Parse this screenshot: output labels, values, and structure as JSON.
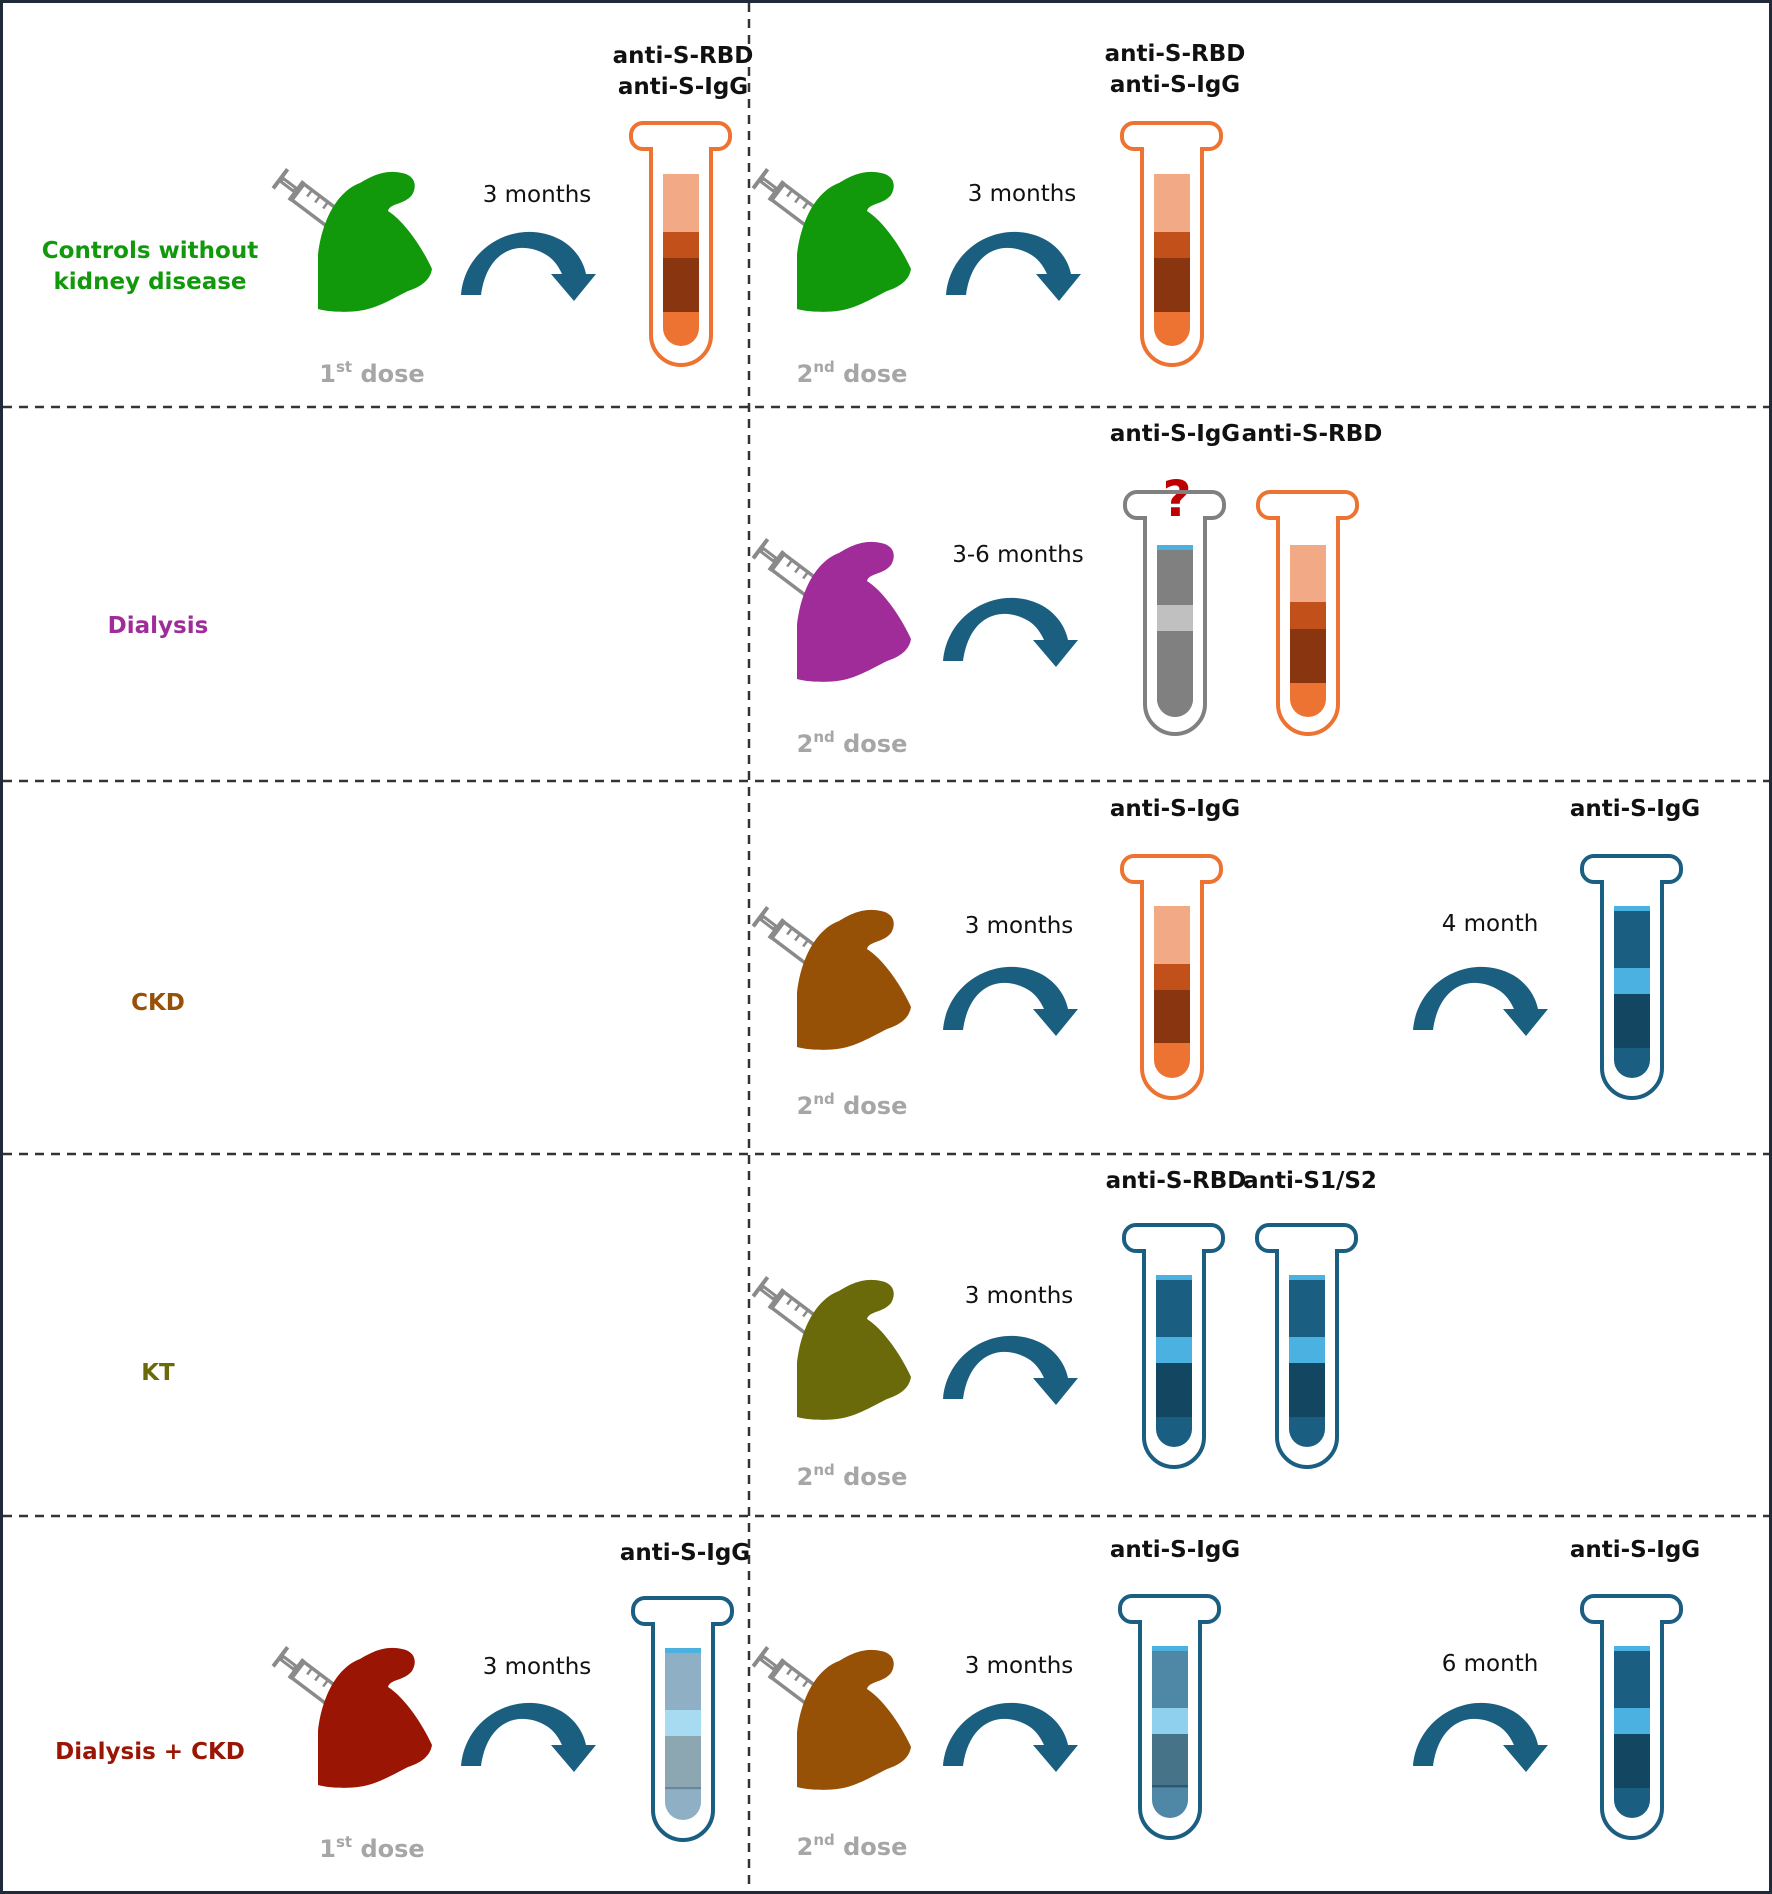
{
  "groups": [
    {
      "label_line1": "Controls without",
      "label_line2": "kidney disease",
      "color": "#12990b",
      "dose1": {
        "dose_label": "1st dose",
        "interval": "3 months",
        "antibodies": [
          "anti-S-RBD",
          "anti-S-IgG"
        ],
        "tube": "orange-positive"
      },
      "dose2": {
        "dose_label": "2nd dose",
        "interval": "3 months",
        "antibodies": [
          "anti-S-RBD",
          "anti-S-IgG"
        ],
        "tube": "orange-positive"
      }
    },
    {
      "label": "Dialysis",
      "color": "#a02c9a",
      "dose2": {
        "dose_label": "2nd dose",
        "interval": "3-6 months",
        "antibodies": [
          "anti-S-IgG",
          "anti-S-RBD"
        ],
        "tubes": [
          "grey-uncertain",
          "orange-positive"
        ],
        "uncertain_mark": "?"
      }
    },
    {
      "label": "CKD",
      "color": "#975106",
      "dose2": {
        "dose_label": "2nd dose",
        "interval": "3 months",
        "antibodies": [
          "anti-S-IgG"
        ],
        "tube": "orange-positive"
      },
      "followup": {
        "interval": "4 month",
        "antibodies": [
          "anti-S-IgG"
        ],
        "tube": "blue"
      }
    },
    {
      "label": "KT",
      "color": "#6a6a0a",
      "dose2": {
        "dose_label": "2nd dose",
        "interval": "3 months",
        "antibodies": [
          "anti-S-RBD",
          "anti-S1/S2"
        ],
        "tubes": [
          "blue",
          "blue"
        ]
      }
    },
    {
      "label": "Dialysis + CKD",
      "color": "#9a1503",
      "dose1": {
        "dose_label": "1st dose",
        "interval": "3 months",
        "antibodies": [
          "anti-S-IgG"
        ],
        "tube": "light-blue",
        "muscle_color": "#9a1503"
      },
      "dose2": {
        "dose_label": "2nd dose",
        "interval": "3 months",
        "antibodies": [
          "anti-S-IgG"
        ],
        "tube": "mid-blue",
        "muscle_color": "#975106"
      },
      "followup": {
        "interval": "6 month",
        "antibodies": [
          "anti-S-IgG"
        ],
        "tube": "blue"
      }
    }
  ],
  "palette": {
    "arrow": "#1b5f80",
    "divider": "#333333",
    "border": "#1f2a3a",
    "dose_text": "#a6a6a6",
    "uncertain_mark": "#c00000",
    "orange_tube": [
      "#f2a985",
      "#c1501a",
      "#883510",
      "#ec7331"
    ],
    "grey_tube": [
      "#808080",
      "#c0c0c0",
      "#808080",
      "#808080"
    ],
    "blue_tube": [
      "#1a5e82",
      "#4bb1e0",
      "#124661",
      "#1a5e82"
    ],
    "light_blue_tube": [
      "#8fb0c4",
      "#a7dbf1",
      "#8ca6b2",
      "#8fb0c4"
    ],
    "mid_blue_tube": [
      "#4f88a6",
      "#8ed0ee",
      "#467387",
      "#4f88a6"
    ]
  },
  "icons": [
    "syringe-icon",
    "flexed-arm-icon",
    "curved-arrow-icon",
    "test-tube-icon",
    "question-mark-icon"
  ]
}
